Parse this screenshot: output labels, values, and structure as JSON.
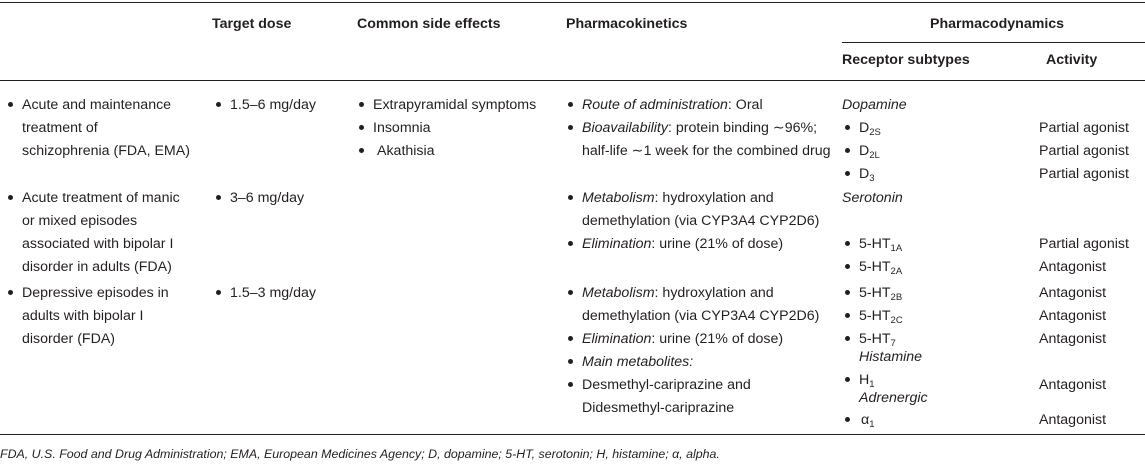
{
  "header": {
    "target_dose": "Target dose",
    "side_effects": "Common side effects",
    "pharmacokinetics": "Pharmacokinetics",
    "pharmacodynamics": "Pharmacodynamics",
    "receptor_subtypes": "Receptor subtypes",
    "activity": "Activity"
  },
  "indications": [
    [
      "Acute and maintenance",
      "treatment of",
      "schizophrenia (FDA, EMA)"
    ],
    [
      "Acute treatment of manic",
      "or mixed episodes",
      "associated with bipolar I",
      "disorder in adults (FDA)"
    ],
    [
      "Depressive episodes in",
      "adults with bipolar I",
      "disorder (FDA)"
    ]
  ],
  "doses": [
    "1.5–6 mg/day",
    "3–6 mg/day",
    "1.5–3 mg/day"
  ],
  "side_effects": [
    "Extrapyramidal symptoms",
    "Insomnia",
    "Akathisia"
  ],
  "pk": {
    "r1": {
      "route_label": "Route of administration",
      "route_value": ": Oral",
      "bio_label": "Bioavailability",
      "bio_value": ": protein binding ∼96%;",
      "bio_line2": "half-life ∼1 week for the combined drug"
    },
    "r2": {
      "met_label": "Metabolism",
      "met_value": ": hydroxylation and",
      "met_line2": "demethylation (via CYP3A4 CYP2D6)",
      "elim_label": "Elimination",
      "elim_value": ": urine (21% of dose)"
    },
    "r3": {
      "met_label": "Metabolism",
      "met_value": ": hydroxylation and",
      "met_line2": "demethylation (via CYP3A4 CYP2D6)",
      "elim_label": "Elimination",
      "elim_value": ": urine (21% of dose)",
      "main_label": "Main metabolites:",
      "main_line1": "Desmethyl-cariprazine and",
      "main_line2": "Didesmethyl-cariprazine"
    }
  },
  "receptors": {
    "dopamine": "Dopamine",
    "serotonin": "Serotonin",
    "histamine": "Histamine",
    "adrenergic": "Adrenergic",
    "d2s": {
      "base": "D",
      "sub": "2S"
    },
    "d2l": {
      "base": "D",
      "sub": "2L"
    },
    "d3": {
      "base": "D",
      "sub": "3"
    },
    "ht1a": {
      "base": "5-HT",
      "sub": "1A"
    },
    "ht2a": {
      "base": "5-HT",
      "sub": "2A"
    },
    "ht2b": {
      "base": "5-HT",
      "sub": "2B"
    },
    "ht2c": {
      "base": "5-HT",
      "sub": "2C"
    },
    "ht7": {
      "base": "5-HT",
      "sub": "7"
    },
    "h1": {
      "base": "H",
      "sub": "1"
    },
    "a1": {
      "base": "α",
      "sub": "1"
    }
  },
  "activity": {
    "d2s": "Partial agonist",
    "d2l": "Partial agonist",
    "d3": "Partial agonist",
    "ht1a": "Partial agonist",
    "ht2a": "Antagonist",
    "ht2b": "Antagonist",
    "ht2c": "Antagonist",
    "ht7": "Antagonist",
    "h1": "Antagonist",
    "a1": "Antagonist"
  },
  "footer": "FDA, U.S. Food and Drug Administration; EMA, European Medicines Agency; D, dopamine; 5-HT, serotonin; H, histamine; α, alpha."
}
